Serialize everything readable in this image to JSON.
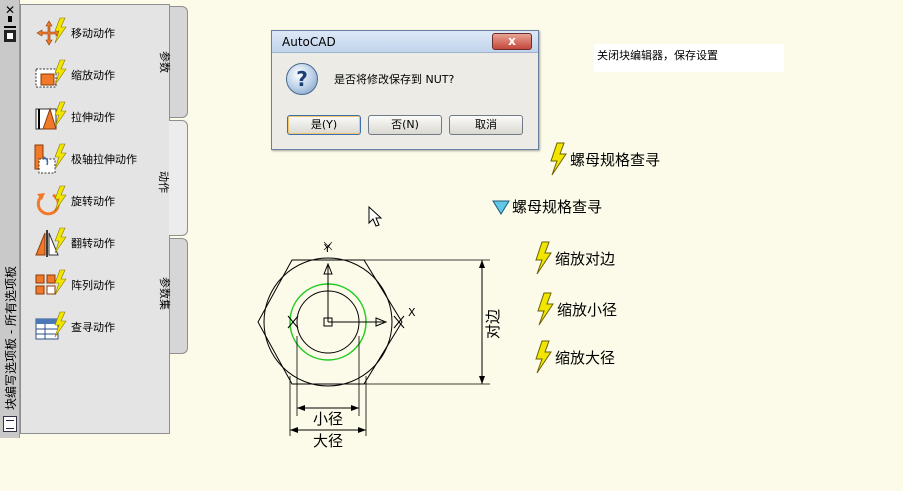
{
  "palette": {
    "vertical_title": "块编写选项板 - 所有选项板",
    "tools": [
      {
        "label": "移动动作",
        "icon": "move-action-icon"
      },
      {
        "label": "缩放动作",
        "icon": "scale-action-icon"
      },
      {
        "label": "拉伸动作",
        "icon": "stretch-action-icon"
      },
      {
        "label": "极轴拉伸动作",
        "icon": "polar-stretch-action-icon"
      },
      {
        "label": "旋转动作",
        "icon": "rotate-action-icon"
      },
      {
        "label": "翻转动作",
        "icon": "flip-action-icon"
      },
      {
        "label": "阵列动作",
        "icon": "array-action-icon"
      },
      {
        "label": "查寻动作",
        "icon": "lookup-action-icon"
      }
    ],
    "tabs": [
      {
        "label": "参数"
      },
      {
        "label": "动作",
        "active": true
      },
      {
        "label": "参数集"
      }
    ]
  },
  "dialog": {
    "title": "AutoCAD",
    "close_label": "x",
    "message": "是否将修改保存到 NUT?",
    "yes": "是(Y)",
    "no": "否(N)",
    "cancel": "取消"
  },
  "note": "关闭块编辑器，保存设置",
  "parameters": [
    {
      "label": "螺母规格查寻",
      "marker": "lightning-bolt-icon"
    },
    {
      "label": "螺母规格查寻",
      "marker": "lookup-triangle-icon"
    },
    {
      "label": "缩放对边",
      "marker": "lightning-bolt-icon"
    },
    {
      "label": "缩放小径",
      "marker": "lightning-bolt-icon"
    },
    {
      "label": "缩放大径",
      "marker": "lightning-bolt-icon"
    }
  ],
  "drawing": {
    "dim_across_flats": "对边",
    "dim_minor": "小径",
    "dim_major": "大径",
    "axis_y": "Y",
    "axis_x": "X"
  },
  "colors": {
    "background": "#fcfbe9",
    "bolt_yellow": "#f2e600",
    "lookup_cyan": "#61c8e8",
    "arc_green": "#22cc22",
    "action_orange": "#f07a2a"
  }
}
